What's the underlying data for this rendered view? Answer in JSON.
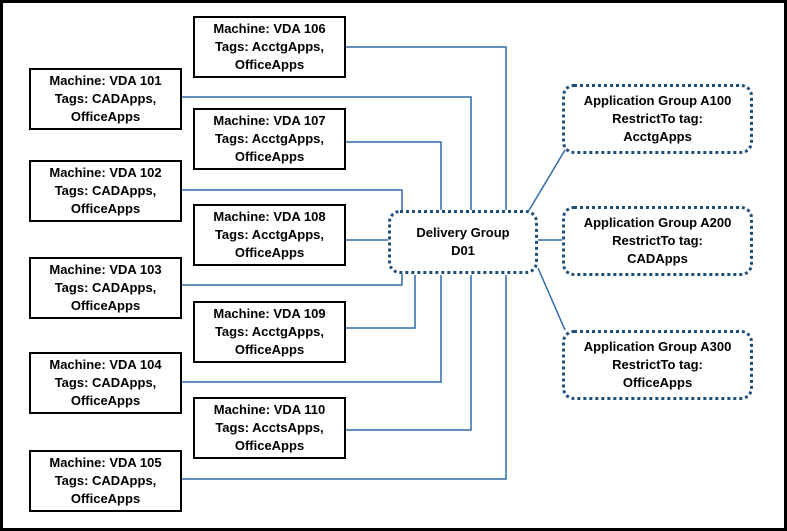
{
  "machines_left": [
    {
      "name": "Machine: VDA 101",
      "tags": "Tags: CADApps,",
      "tags2": "OfficeApps"
    },
    {
      "name": "Machine: VDA 102",
      "tags": "Tags: CADApps,",
      "tags2": "OfficeApps"
    },
    {
      "name": "Machine: VDA 103",
      "tags": "Tags: CADApps,",
      "tags2": "OfficeApps"
    },
    {
      "name": "Machine: VDA 104",
      "tags": "Tags: CADApps,",
      "tags2": "OfficeApps"
    },
    {
      "name": "Machine: VDA 105",
      "tags": "Tags: CADApps,",
      "tags2": "OfficeApps"
    }
  ],
  "machines_right": [
    {
      "name": "Machine: VDA 106",
      "tags": "Tags: AcctgApps,",
      "tags2": "OfficeApps"
    },
    {
      "name": "Machine: VDA 107",
      "tags": "Tags: AcctgApps,",
      "tags2": "OfficeApps"
    },
    {
      "name": "Machine: VDA 108",
      "tags": "Tags: AcctgApps,",
      "tags2": "OfficeApps"
    },
    {
      "name": "Machine: VDA 109",
      "tags": "Tags: AcctgApps,",
      "tags2": "OfficeApps"
    },
    {
      "name": "Machine: VDA 110",
      "tags": "Tags: AcctsApps,",
      "tags2": "OfficeApps"
    }
  ],
  "delivery_group": {
    "line1": "Delivery Group",
    "line2": "D01"
  },
  "application_groups": [
    {
      "name": "Application Group A100",
      "restrict": "RestrictTo tag:",
      "tag": "AcctgApps"
    },
    {
      "name": "Application Group A200",
      "restrict": "RestrictTo tag:",
      "tag": "CADApps"
    },
    {
      "name": "Application Group A300",
      "restrict": "RestrictTo tag:",
      "tag": "OfficeApps"
    }
  ],
  "colors": {
    "connector": "#2e6aa8",
    "border_dotted": "#1f4e79",
    "border_solid": "#000000"
  }
}
